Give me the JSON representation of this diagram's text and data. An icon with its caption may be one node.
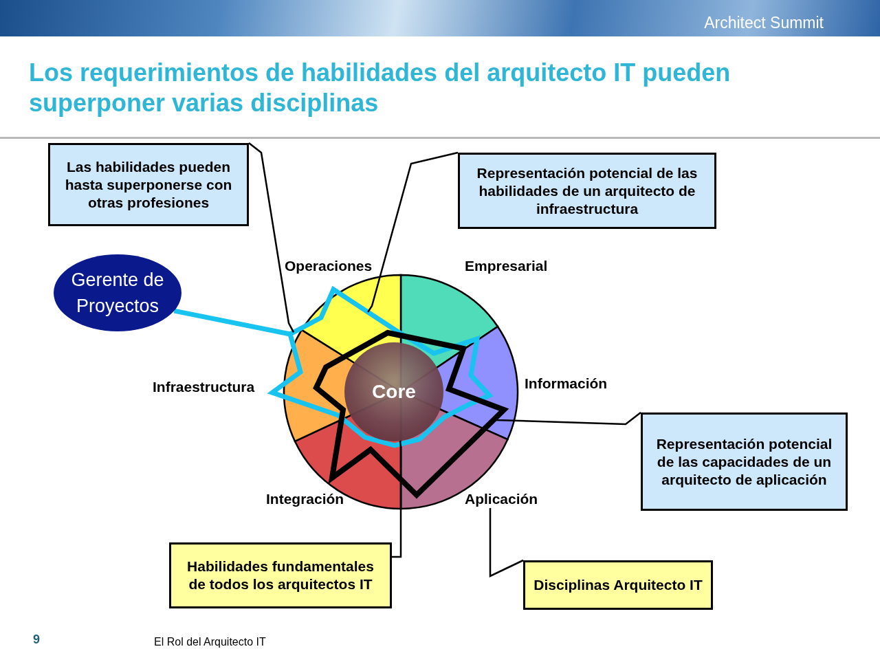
{
  "diagram": {
    "title": "Los requerimientos de habilidades del arquitecto IT pueden superponer varias disciplinas",
    "nodes": [
      {
        "text": [
          "Las habilidades pueden hasta superponerse con otras profesiones"
        ]
      },
      {
        "text": [
          "Representación potencial de las habilidades de un arquitecto de infraestructura"
        ]
      },
      {
        "text": [
          "Gerente de Proyectos"
        ]
      },
      {
        "text": [
          "Operaciones"
        ]
      },
      {
        "text": [
          "Empresarial"
        ]
      },
      {
        "text": [
          "Información"
        ]
      },
      {
        "text": [
          "Infraestructura"
        ]
      },
      {
        "text": [
          "Core"
        ]
      },
      {
        "text": [
          "Representación potencial de las capacidades de un arquitecto de aplicación"
        ]
      },
      {
        "text": [
          "Integración"
        ]
      },
      {
        "text": [
          "Aplicación"
        ]
      },
      {
        "text": [
          "Habilidades fundamentales de todos los arquitectos IT"
        ]
      },
      {
        "text": [
          "Disciplinas Arquitecto IT"
        ]
      },
      {
        "text": [],
        "shape": "polygon"
      },
      {
        "text": [],
        "shape": "polygon"
      }
    ],
    "edges": [
      {
        "from": 0,
        "to": 13,
        "arrow": "none"
      },
      {
        "from": 1,
        "to": 13,
        "arrow": "none"
      },
      {
        "from": 2,
        "to": 13,
        "arrow": "none",
        "style": "thick",
        "color": "#19c3f0"
      },
      {
        "from": 8,
        "to": 14,
        "arrow": "none"
      },
      {
        "from": 11,
        "to": 7,
        "arrow": "none"
      },
      {
        "from": 12,
        "to": 10,
        "arrow": "none"
      }
    ],
    "labels": [
      "Architect Summit",
      "9",
      "El Rol del Arquitecto IT"
    ]
  }
}
